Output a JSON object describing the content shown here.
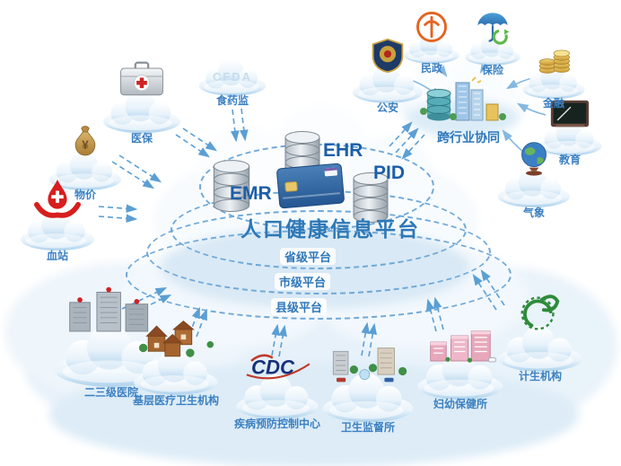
{
  "diagram": {
    "platform": {
      "name": "人口健康信息平台",
      "levels": [
        "省级平台",
        "市级平台",
        "县级平台"
      ],
      "registries": [
        "EMR",
        "EHR",
        "PID"
      ]
    },
    "hub": {
      "label": "跨行业协同"
    },
    "nodes": {
      "yibao": {
        "label": "医保"
      },
      "shiyaojian": {
        "label": "食药监",
        "watermark": "CFDA"
      },
      "wujia": {
        "label": "物价"
      },
      "xuezhan": {
        "label": "血站"
      },
      "gongan": {
        "label": "公安"
      },
      "minzheng": {
        "label": "民政"
      },
      "baoxian": {
        "label": "保险"
      },
      "jinrong": {
        "label": "金融"
      },
      "jiaoyu": {
        "label": "教育"
      },
      "qixiang": {
        "label": "气象"
      },
      "eryiji": {
        "label": "二三级医院"
      },
      "jiceng": {
        "label": "基层医疗卫生机构"
      },
      "cdc": {
        "label": "疾病预防控制中心",
        "logo": "CDC"
      },
      "weisheng": {
        "label": "卫生监督所"
      },
      "fuyou": {
        "label": "妇幼保健所"
      },
      "jisheng": {
        "label": "计生机构"
      }
    },
    "colors": {
      "title_blue": "#2e78b7",
      "label_blue": "#3b80c2",
      "arrow_blue": "#5b9fd4"
    }
  }
}
